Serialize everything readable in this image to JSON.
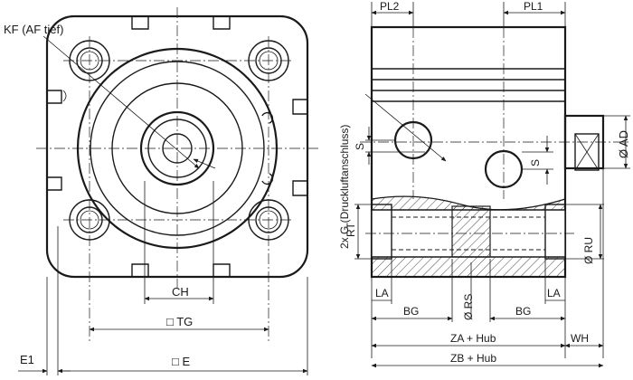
{
  "labels": {
    "kf": "KF (AF tief)",
    "pl2": "PL2",
    "pl1": "PL1",
    "ch": "CH",
    "tg": "□ TG",
    "e": "□ E",
    "e1": "E1",
    "ad": "Ø AD",
    "s_left": "S",
    "s_right": "S",
    "g": "2x G (Druckluftanschluss)",
    "rt": "RT",
    "ru": "Ø RU",
    "rs": "Ø RS",
    "la_left": "LA",
    "la_right": "LA",
    "bg_left": "BG",
    "bg_right": "BG",
    "za": "ZA + Hub",
    "wh": "WH",
    "zb": "ZB + Hub"
  },
  "colors": {
    "line": "#1a1a1a",
    "background": "#ffffff"
  }
}
